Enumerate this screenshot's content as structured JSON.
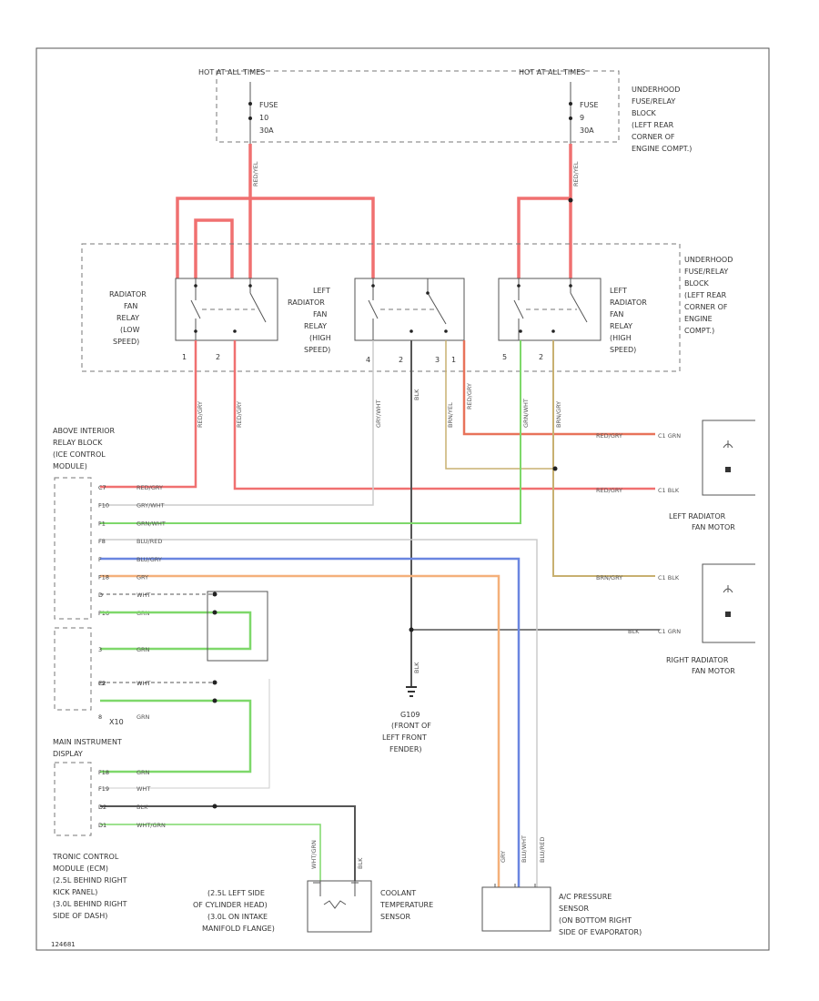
{
  "colors": {
    "red": "#f07070",
    "black": "#555555",
    "green": "#7ed86a",
    "blue": "#6a86e0",
    "orange": "#f4b07a",
    "tan": "#c8b070",
    "lightgray": "#cccccc",
    "redorange": "#e8735a"
  },
  "labels": {
    "power_left": "HOT AT ALL TIMES",
    "power_right": "HOT AT ALL TIMES",
    "fuse_left": [
      "FUSE",
      "10",
      "30A"
    ],
    "fuse_right": [
      "FUSE",
      "9",
      "30A"
    ],
    "underhood_top": [
      "UNDERHOOD",
      "FUSE/RELAY",
      "BLOCK",
      "(LEFT REAR",
      "CORNER OF",
      "ENGINE COMPT.)"
    ],
    "underhood_mid": [
      "UNDERHOOD",
      "FUSE/RELAY",
      "BLOCK",
      "(LEFT REAR",
      "CORNER OF",
      "ENGINE",
      "COMPT.)"
    ],
    "relay1": [
      "RADIATOR",
      "FAN",
      "RELAY",
      "(LOW",
      "SPEED)"
    ],
    "relay2": [
      "LEFT",
      "RADIATOR",
      "FAN",
      "RELAY",
      "(HIGH",
      "SPEED)"
    ],
    "relay3": [
      "LEFT",
      "RADIATOR",
      "FAN",
      "RELAY",
      "(HIGH",
      "SPEED)"
    ],
    "relay_block": [
      "ABOVE INTERIOR",
      "RELAY BLOCK",
      "(ICE CONTROL",
      "MODULE)"
    ],
    "left_motor": [
      "LEFT RADIATOR",
      "FAN MOTOR"
    ],
    "right_motor": [
      "RIGHT RADIATOR",
      "FAN MOTOR"
    ],
    "ground": [
      "G109",
      "(FRONT OF",
      "LEFT FRONT",
      "FENDER)"
    ],
    "main_display": [
      "MAIN INSTRUMENT",
      "DISPLAY"
    ],
    "tronic": [
      "TRONIC CONTROL",
      "MODULE (ECM)",
      "(2.5L BEHIND RIGHT",
      "KICK PANEL)",
      "(3.0L BEHIND RIGHT",
      "SIDE OF DASH)"
    ],
    "coolant_loc": [
      "(2.5L LEFT SIDE",
      "OF CYLINDER HEAD)",
      "(3.0L ON INTAKE",
      "MANIFOLD FLANGE)"
    ],
    "coolant": [
      "COOLANT",
      "TEMPERATURE",
      "SENSOR"
    ],
    "ac": [
      "A/C PRESSURE",
      "SENSOR",
      "(ON BOTTOM RIGHT",
      "SIDE OF EVAPORATOR)"
    ],
    "x10": "X10",
    "footer": "124681"
  },
  "wires": {
    "red_feed_left": "RED/YEL",
    "red_feed_right": "RED/YEL",
    "relay_out1": "RED/GRY",
    "relay_out2": "RED/GRY",
    "relay_out3": "GRY/WHT",
    "relay_out4": "BLK",
    "relay_out5": "BRN/YEL",
    "relay_out6": "RED/GRY",
    "relay_out7": "GRN/WHT",
    "relay_out8": "BRN/GRY",
    "mL1": "RED/GRY",
    "mL2": "RED/GRY",
    "mR1": "BRN/GRY",
    "mR2": "BLK",
    "ground_w": "BLK",
    "sensor1": "GRY",
    "sensor2": "BLU/WHT",
    "sensor3": "BLU/RED",
    "coolant1": "WHT/GRN",
    "coolant2": "BLK"
  },
  "connectors": {
    "motor_l1": "C1 GRN",
    "motor_l2": "C1 BLK",
    "motor_r1": "C1 BLK",
    "motor_r2": "C1 GRN"
  },
  "relay_block_pins": [
    {
      "pin": "C7",
      "wire": "RED/GRY"
    },
    {
      "pin": "F10",
      "wire": "GRY/WHT"
    },
    {
      "pin": "F1",
      "wire": "GRN/WHT"
    },
    {
      "pin": "F8",
      "wire": "BLU/RED"
    },
    {
      "pin": "F",
      "wire": "BLU/GRY"
    },
    {
      "pin": "F18",
      "wire": "GRY"
    },
    {
      "pin": "D",
      "wire": "WHT"
    },
    {
      "pin": "F16",
      "wire": "GRN"
    }
  ],
  "x10_pins": [
    {
      "pin": "3",
      "wire": "GRN"
    },
    {
      "pin": "F2",
      "wire": "WHT"
    },
    {
      "pin": "8",
      "wire": "GRN"
    }
  ],
  "display_pins": [
    {
      "pin": "F18",
      "wire": "GRN"
    },
    {
      "pin": "F19",
      "wire": "WHT"
    }
  ],
  "ecm_pins": [
    {
      "pin": "D2",
      "wire": "BLK"
    },
    {
      "pin": "D1",
      "wire": "WHT/GRN"
    }
  ],
  "x10_extra": {
    "pin": "C2",
    "wire": "WHT"
  },
  "relay_pins": {
    "r1_a": "1",
    "r1_b": "2",
    "r2_a": "4",
    "r2_b": "2",
    "r2_c": "3",
    "r2_d": "1",
    "r3_a": "5",
    "r3_b": "2"
  }
}
